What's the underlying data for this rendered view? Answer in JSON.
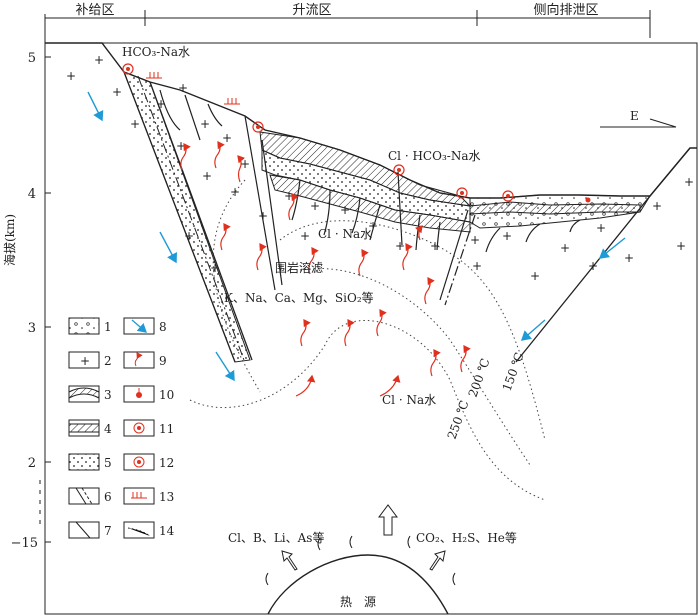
{
  "zones": {
    "recharge": "补给区",
    "upflow": "升流区",
    "lateral": "侧向排泄区"
  },
  "axis": {
    "ylabel": "海拔(km)",
    "ticks": [
      "5",
      "4",
      "3",
      "2",
      "−15"
    ]
  },
  "direction": "E",
  "labels": {
    "hco3_na": "HCO₃-Na水",
    "cl_hco3_na": "Cl · HCO₃-Na水",
    "cl_na_upper": "Cl · Na水",
    "leaching": "围岩溶滤",
    "elements": "K、Na、Ca、Mg、SiO₂等",
    "cl_na_lower": "Cl · Na水",
    "deep_left": "Cl、B、Li、As等",
    "deep_right": "CO₂、H₂S、He等",
    "heat_source": "热　源"
  },
  "isotherms": [
    "150 ℃",
    "200 ℃",
    "250 ℃"
  ],
  "legend": [
    "1",
    "2",
    "3",
    "4",
    "5",
    "6",
    "7",
    "8",
    "9",
    "10",
    "11",
    "12",
    "13",
    "14"
  ],
  "colors": {
    "accent": "#e0301e",
    "flow": "#1e9ad6",
    "ink": "#222222"
  }
}
